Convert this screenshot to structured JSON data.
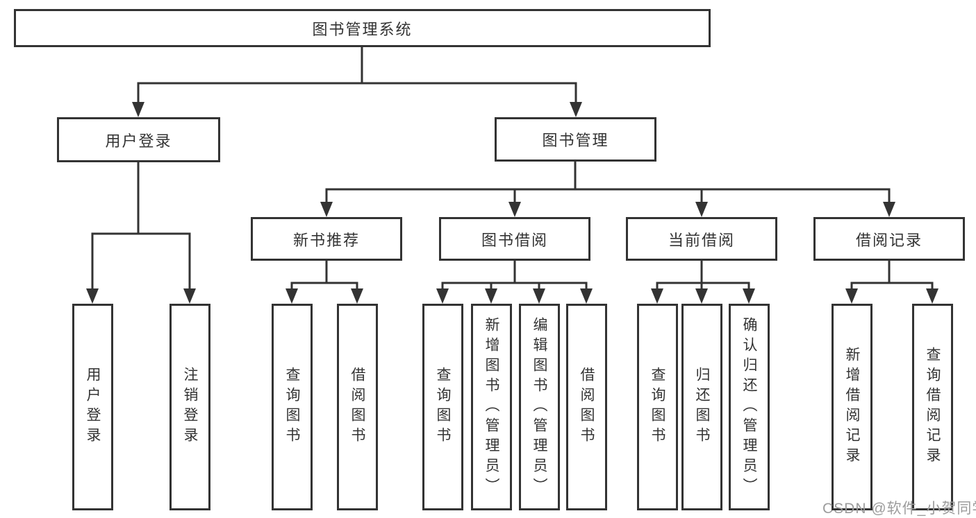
{
  "title": "图书管理系统",
  "colors": {
    "line": "#333333",
    "box_border": "#333333",
    "box_background": "#ffffff",
    "text": "#333333",
    "watermark": "#9c9c9c",
    "page_background": "#ffffff"
  },
  "watermark": {
    "text": "CSDN @软件_小贺同学"
  },
  "tree": {
    "label": "图书管理系统",
    "children": [
      {
        "label": "用户登录",
        "children": [
          {
            "label": "用户登录"
          },
          {
            "label": "注销登录"
          }
        ]
      },
      {
        "label": "图书管理",
        "children": [
          {
            "label": "新书推荐",
            "children": [
              {
                "label": "查询图书"
              },
              {
                "label": "借阅图书"
              }
            ]
          },
          {
            "label": "图书借阅",
            "children": [
              {
                "label": "查询图书"
              },
              {
                "label": "新增图书（管理员）"
              },
              {
                "label": "编辑图书（管理员）"
              },
              {
                "label": "借阅图书"
              }
            ]
          },
          {
            "label": "当前借阅",
            "children": [
              {
                "label": "查询图书"
              },
              {
                "label": "归还图书"
              },
              {
                "label": "确认归还（管理员）"
              }
            ]
          },
          {
            "label": "借阅记录",
            "children": [
              {
                "label": "新增借阅记录"
              },
              {
                "label": "查询借阅记录"
              }
            ]
          }
        ]
      }
    ]
  }
}
